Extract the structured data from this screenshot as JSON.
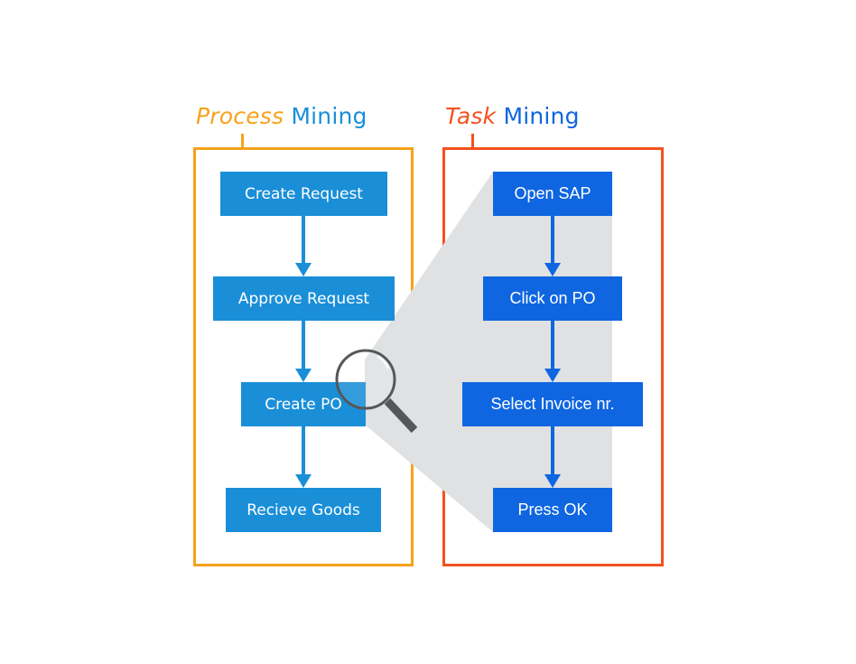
{
  "colors": {
    "process_accent": "#f7a21b",
    "process_mining_word": "#1a8fd8",
    "task_accent": "#f4511e",
    "task_mining_word": "#0f66e0",
    "process_step_fill": "#1a8fd8",
    "task_step_fill": "#0f66e0",
    "zoom_cone": "#dfe1e3",
    "magnifier": "#555759"
  },
  "process_mining": {
    "title_emphasis": "Process",
    "title_rest": "Mining",
    "steps": [
      {
        "label": "Create Request"
      },
      {
        "label": "Approve Request"
      },
      {
        "label": "Create PO"
      },
      {
        "label": "Recieve Goods"
      }
    ]
  },
  "task_mining": {
    "title_emphasis": "Task",
    "title_rest": "Mining",
    "steps": [
      {
        "label": "Open SAP"
      },
      {
        "label": "Click on PO"
      },
      {
        "label": "Select Invoice nr."
      },
      {
        "label": "Press OK"
      }
    ]
  },
  "icons": {
    "zoom": "magnifying-glass"
  }
}
